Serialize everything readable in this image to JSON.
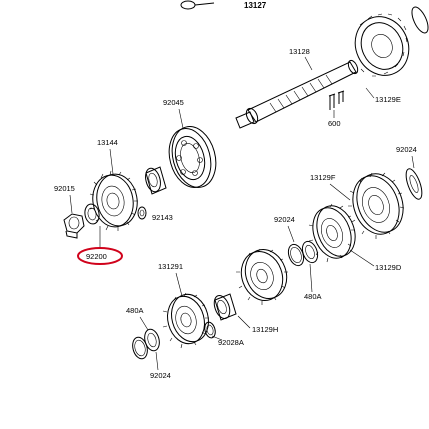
{
  "diagram": {
    "labels": {
      "p13127": "13127",
      "p13128": "13128",
      "p13129E": "13129E",
      "p600": "600",
      "p92045": "92045",
      "p13144": "13144",
      "p92015": "92015",
      "p92143": "92143",
      "p92200": "92200",
      "p92024_right": "92024",
      "p13129F": "13129F",
      "p92024_mid": "92024",
      "p13129D": "13129D",
      "p480A_right": "480A",
      "p13129I": "131291",
      "p480A_left": "480A",
      "p13129H": "13129H",
      "p92028A": "92028A",
      "p92024_bottom": "92024"
    },
    "highlight": {
      "part": "92200",
      "color": "#d0021b"
    }
  }
}
